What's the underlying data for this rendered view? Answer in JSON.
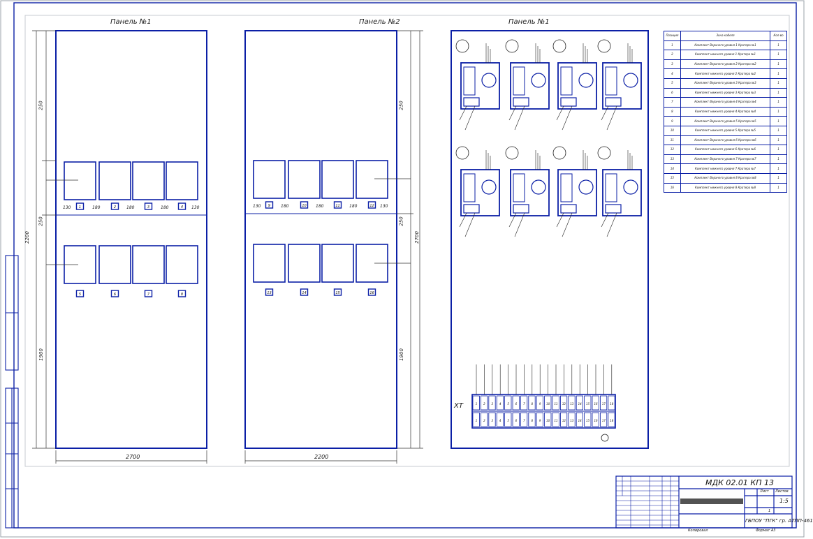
{
  "panels": {
    "panel1_title": "Панель №1",
    "panel2_title": "Панель №2",
    "panel3_title": "Панель №1"
  },
  "dimensions": {
    "p1_width": "2700",
    "p2_width": "2200",
    "p1_height_total": "2200",
    "p2_height_total": "2700",
    "seg_top": "250",
    "seg_mid": "250",
    "seg_bottom": "1900",
    "gap_edge": "130",
    "gap_mid": "180"
  },
  "labels": {
    "p1_top": [
      "1",
      "2",
      "3",
      "4"
    ],
    "p1_bottom": [
      "5",
      "6",
      "7",
      "8"
    ],
    "p2_top": [
      "9",
      "10",
      "11",
      "12"
    ],
    "p2_bottom": [
      "13",
      "14",
      "15",
      "16"
    ]
  },
  "terminal_block": {
    "label": "XT",
    "top_numbers": [
      "1",
      "2",
      "3",
      "4",
      "5",
      "6",
      "7",
      "8",
      "9",
      "10",
      "11",
      "12",
      "13",
      "14",
      "15",
      "16",
      "17",
      "18"
    ],
    "bottom_numbers": [
      "1",
      "2",
      "3",
      "4",
      "5",
      "6",
      "7",
      "8",
      "9",
      "10",
      "11",
      "12",
      "13",
      "14",
      "15",
      "16",
      "17",
      "18"
    ]
  },
  "spec_table": {
    "headers": [
      "Позиция",
      "Зона кабеля",
      "Кол-во"
    ],
    "rows": [
      [
        "1",
        "Комплект Верхнего уровня 1 Кратера №1",
        "1"
      ],
      [
        "2",
        "Комплект нижнего уровня 1 Кратера №1",
        "1"
      ],
      [
        "3",
        "Комплект Верхнего уровня 2 Кратера №2",
        "1"
      ],
      [
        "4",
        "Комплект нижнего уровня 2 Кратера №2",
        "1"
      ],
      [
        "5",
        "Комплект Верхнего уровня 3 Кратера №3",
        "1"
      ],
      [
        "6",
        "Комплект нижнего уровня 3 Кратера №3",
        "1"
      ],
      [
        "7",
        "Комплект Верхнего уровня 4 Кратера №4",
        "1"
      ],
      [
        "8",
        "Комплект нижнего уровня 4 Кратера №4",
        "1"
      ],
      [
        "9",
        "Комплект Верхнего уровня 5 Кратера №5",
        "1"
      ],
      [
        "10",
        "Комплект нижнего уровня 5 Кратера №5",
        "1"
      ],
      [
        "11",
        "Комплект Верхнего уровня 6 Кратера №6",
        "1"
      ],
      [
        "12",
        "Комплект нижнего уровня 6 Кратера №6",
        "1"
      ],
      [
        "13",
        "Комплект Верхнего уровня 7 Кратера №7",
        "1"
      ],
      [
        "14",
        "Комплект нижнего уровня 7 Кратера №7",
        "1"
      ],
      [
        "15",
        "Комплект Верхнего уровня 8 Кратера №8",
        "1"
      ],
      [
        "16",
        "Комплект нижнего уровня 8 Кратера №8",
        "1"
      ]
    ]
  },
  "title_block": {
    "doc_code": "МДК 02.01 КП 13",
    "sheet_text": "Лист",
    "sheets_text": "Листов",
    "sheets_value": "1",
    "scale": "1:5",
    "group": "ГБПОУ \"ПГК\" гр. АТПП-461",
    "copied": "Копировал",
    "format": "Формат А3"
  },
  "colors": {
    "primary": "#0b1fa6",
    "ink": "#111111"
  }
}
